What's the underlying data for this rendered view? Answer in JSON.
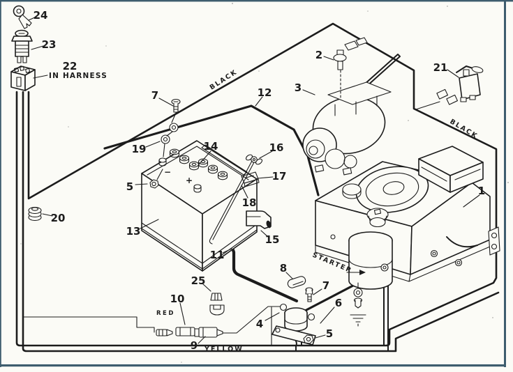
{
  "diagram": {
    "callouts": {
      "c1": "1",
      "c2": "2",
      "c3": "3",
      "c4": "4",
      "c5": "5",
      "c6": "6",
      "c7": "7",
      "c8": "8",
      "c9": "9",
      "c10": "10",
      "c11": "11",
      "c12": "12",
      "c13": "13",
      "c14": "14",
      "c15": "15",
      "c16": "16",
      "c17": "17",
      "c18": "18",
      "c19": "19",
      "c20": "20",
      "c21": "21",
      "c22": "22",
      "c23": "23",
      "c24": "24",
      "c25": "25"
    },
    "labels": {
      "in_harness": "IN HARNESS",
      "black_top": "BLACK",
      "black_right": "BLACK",
      "red": "RED",
      "yellow": "YELLOW",
      "starter": "STARTER",
      "plus": "+",
      "minus": "−"
    },
    "colors": {
      "ink": "#1c1c1c",
      "paper": "#fbfbf6",
      "frame": "#3e5d6e"
    }
  }
}
